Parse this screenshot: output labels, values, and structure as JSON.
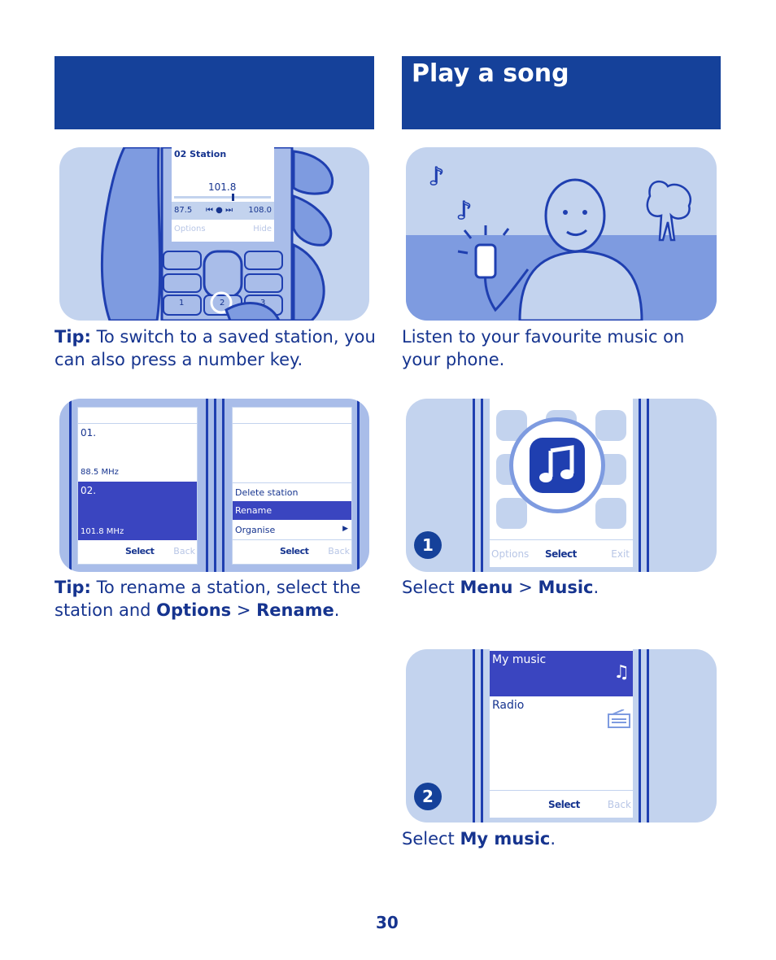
{
  "header": {
    "title": "Play a song"
  },
  "radio_screen": {
    "station_title": "02 Station",
    "frequency": "101.8",
    "range_min": "87.5",
    "controls": "⏮ ● ⏭",
    "range_max": "108.0",
    "softkey_left": "Options",
    "softkey_right": "Hide",
    "keys": [
      "1",
      "2",
      "3"
    ]
  },
  "tip1": {
    "label": "Tip:",
    "text": " To switch to a saved station, you can also press a number key."
  },
  "intro": {
    "text": "Listen to your favourite music on your phone."
  },
  "stations_screen": {
    "items": [
      {
        "name": "01.",
        "freq": "88.5 MHz"
      },
      {
        "name": "02.",
        "freq": "101.8 MHz"
      }
    ],
    "softkey_select": "Select",
    "softkey_back": "Back"
  },
  "options_screen": {
    "items": [
      "Delete station",
      "Rename",
      "Organise"
    ],
    "softkey_select": "Select",
    "softkey_back": "Back"
  },
  "tip2": {
    "label": "Tip:",
    "pre": " To rename a station, select the station and ",
    "opt": "Options",
    "sep": " > ",
    "rename": "Rename",
    "end": "."
  },
  "menu_screen": {
    "softkey_left": "Options",
    "softkey_center": "Select",
    "softkey_right": "Exit"
  },
  "step1": {
    "badge": "1",
    "pre": "Select ",
    "menu": "Menu",
    "sep": " > ",
    "music": "Music",
    "end": "."
  },
  "music_screen": {
    "items": [
      "My music",
      "Radio"
    ],
    "softkey_select": "Select",
    "softkey_back": "Back"
  },
  "step2": {
    "badge": "2",
    "pre": "Select ",
    "target": "My music",
    "end": "."
  },
  "page_number": "30",
  "colors": {
    "brand": "#15419a",
    "panel": "#c3d3ee",
    "highlight": "#3a45c0",
    "text": "#16348f"
  }
}
